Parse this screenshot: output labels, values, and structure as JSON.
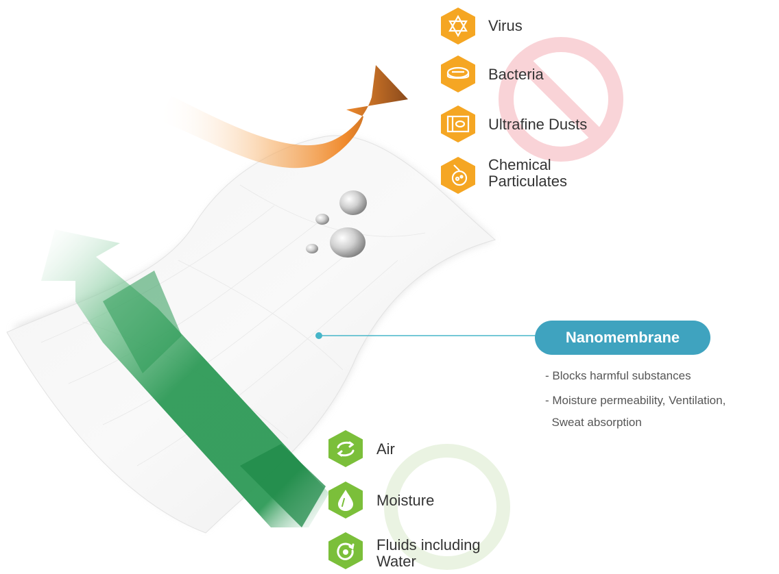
{
  "colors": {
    "orange_hex": "#f5a623",
    "green_hex": "#7bbf3a",
    "teal_badge": "#3fa3bf",
    "connector": "#46b5c8",
    "prohibit": "#f2a0a8",
    "green_arrow": "#2e9a57",
    "orange_arrow": "#f08a2c",
    "brown_arrow": "#8a4a1c"
  },
  "blocked": [
    {
      "label": "Virus",
      "icon": "virus-icon"
    },
    {
      "label": "Bacteria",
      "icon": "petri-dish-icon"
    },
    {
      "label": "Ultrafine Dusts",
      "icon": "dust-icon"
    },
    {
      "label": "Chemical\nParticulates",
      "icon": "flask-icon"
    }
  ],
  "passes": [
    {
      "label": "Air",
      "icon": "airflow-icon"
    },
    {
      "label": "Moisture",
      "icon": "droplet-icon"
    },
    {
      "label": "Fluids including\nWater",
      "icon": "cycle-icon"
    }
  ],
  "membrane": {
    "title": "Nanomembrane",
    "bullets": [
      "- Blocks harmful substances",
      "- Moisture permeability, Ventilation,",
      "  Sweat absorption"
    ]
  }
}
